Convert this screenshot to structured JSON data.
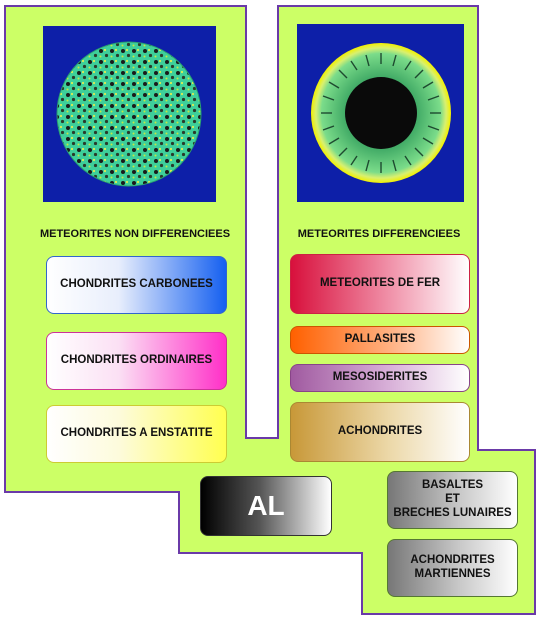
{
  "colors": {
    "background_green": "#ccff66",
    "outline_purple": "#6a3aa8",
    "image_blue": "#0d1fa8"
  },
  "left_group": {
    "heading": "METEORITES NON DIFFERENCIEES",
    "image": "undifferentiated-meteorite-cross-section",
    "items": [
      {
        "label": "CHONDRITES CARBONEES"
      },
      {
        "label": "CHONDRITES ORDINAIRES"
      },
      {
        "label": "CHONDRITES A ENSTATITE"
      }
    ]
  },
  "right_group": {
    "heading": "METEORITES DIFFERENCIEES",
    "image": "differentiated-meteorite-cross-section",
    "items": [
      {
        "label": "METEORITES DE FER"
      },
      {
        "label": "PALLASITES"
      },
      {
        "label": "MESOSIDERITES"
      },
      {
        "label": "ACHONDRITES"
      }
    ]
  },
  "bottom": {
    "al_label": "AL",
    "basaltes": {
      "line1": "BASALTES",
      "line2": "ET",
      "line3": "BRECHES LUNAIRES"
    },
    "martiennes": {
      "line1": "ACHONDRITES",
      "line2": "MARTIENNES"
    }
  }
}
